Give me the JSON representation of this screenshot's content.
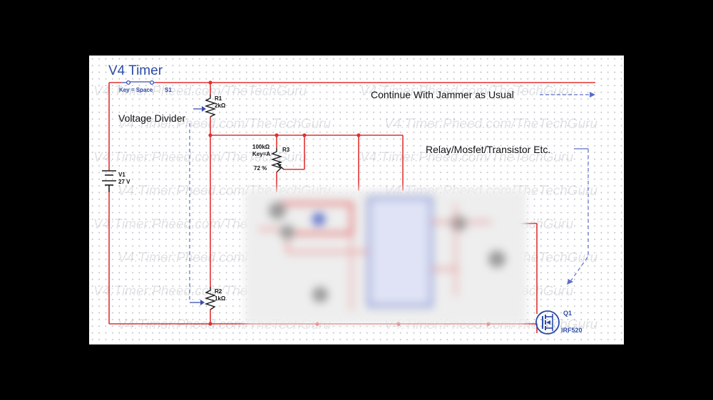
{
  "diagram": {
    "title": "V4 Timer",
    "switch": {
      "key_label": "Key = Space",
      "ref": "S1"
    },
    "battery": {
      "ref": "V1",
      "value": "27 V"
    },
    "r1": {
      "ref": "R1",
      "value": "2kΩ"
    },
    "r2": {
      "ref": "R2",
      "value": "1kΩ"
    },
    "pot": {
      "ref": "R3",
      "value": "100kΩ",
      "key": "Key=A",
      "setting": "72 %"
    },
    "mosfet": {
      "ref": "Q1",
      "part": "IRF520"
    },
    "annotations": {
      "voltage_divider": "Voltage Divider",
      "continue": "Continue With Jammer as Usual",
      "relay": "Relay/Mosfet/Transistor Etc."
    },
    "watermark": "V4:Timer:Pheed.com/TheTechGuru",
    "colors": {
      "wire": "#e03030",
      "annotation": "#3a4db0",
      "title": "#2d4ca8",
      "dash": "#5a6ec8",
      "grid": "#b9bdc4"
    }
  }
}
